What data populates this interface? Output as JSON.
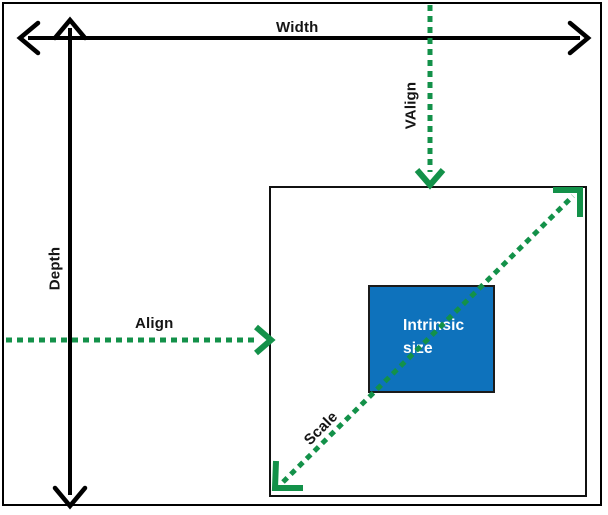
{
  "diagram": {
    "title_labels": {
      "width": "Width",
      "depth": "Depth",
      "valign": "VAlign",
      "align": "Align",
      "scale": "Scale"
    },
    "intrinsic_box": {
      "label": "Intrinsic\nsize",
      "fill_color": "#0E72BC",
      "text_color": "#FFFFFF"
    },
    "colors": {
      "green_accent": "#139149",
      "black_axis": "#000000",
      "box_outline": "#111111",
      "background": "#FFFFFF"
    },
    "axes": {
      "horizontal": {
        "name": "Width",
        "style": "solid",
        "color": "#000000",
        "arrowheads": "both"
      },
      "vertical": {
        "name": "Depth",
        "style": "solid",
        "color": "#000000",
        "arrowheads": "both"
      }
    },
    "vectors": [
      {
        "name": "VAlign",
        "style": "dashed",
        "color": "#139149",
        "direction": "down"
      },
      {
        "name": "Align",
        "style": "dashed",
        "color": "#139149",
        "direction": "right"
      },
      {
        "name": "Scale",
        "style": "dashed",
        "color": "#139149",
        "direction": "both-diagonal"
      }
    ]
  }
}
